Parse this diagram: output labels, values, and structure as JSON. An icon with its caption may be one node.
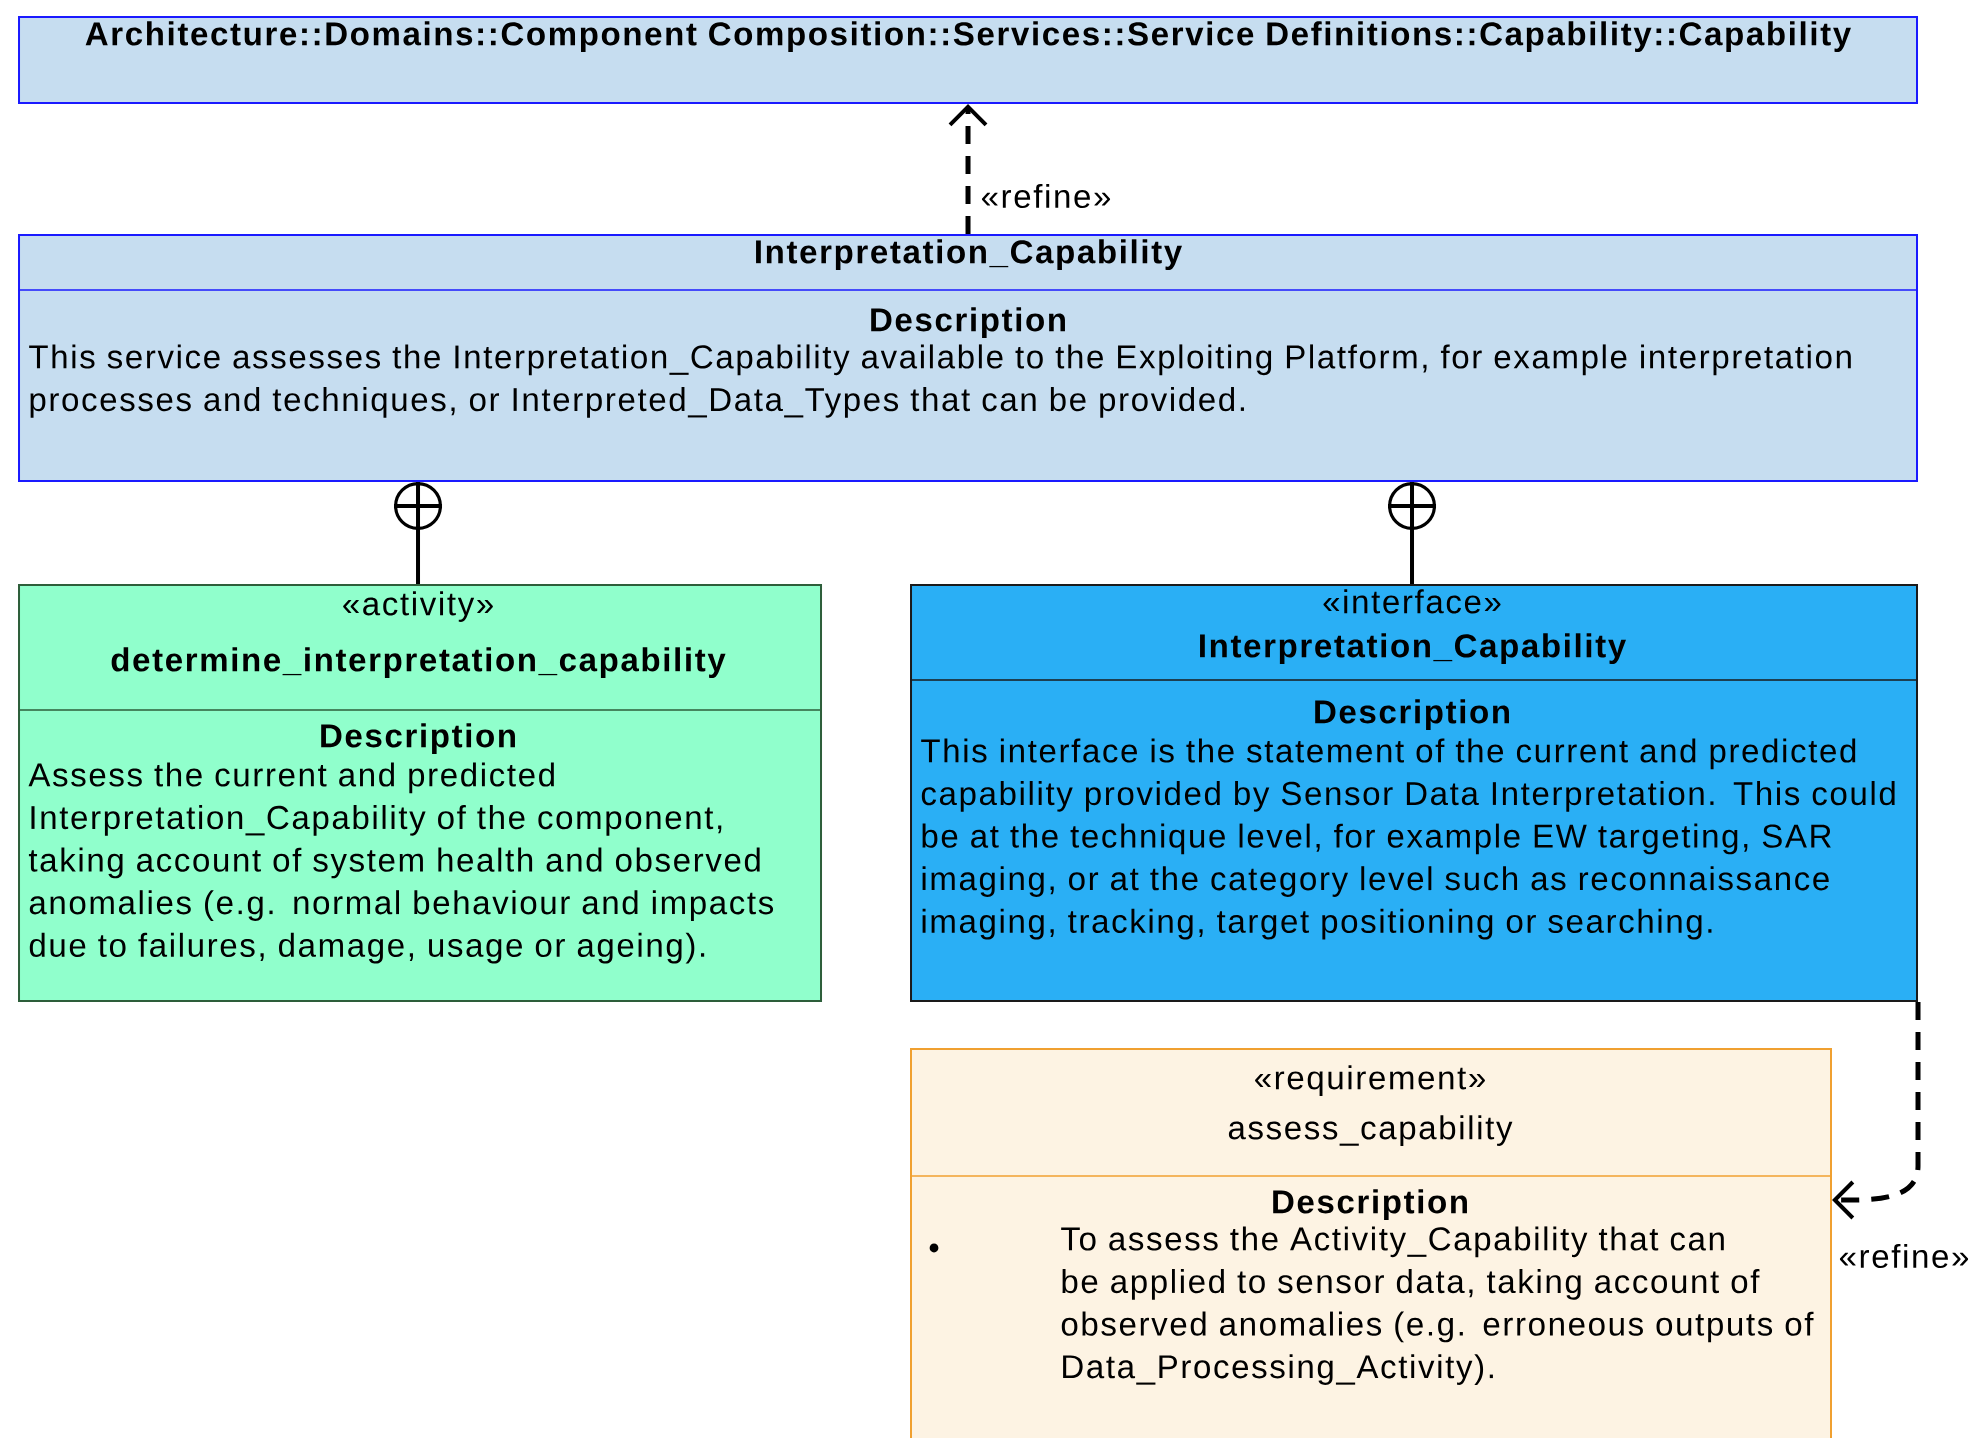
{
  "diagram": {
    "nodes": [
      {
        "text": [
          "Architecture::Domains::Component Composition::Services::Service Definitions::Capability::Capability"
        ]
      },
      {
        "text": [
          "Interpretation_Capability",
          "Description",
          "This service assesses the Interpretation_Capability available to the Exploiting Platform, for example interpretation processes and techniques, or Interpreted_Data_Types that can be provided."
        ]
      },
      {
        "text": [
          "«activity»",
          "determine_interpretation_capability",
          "Description",
          "Assess the current and predicted Interpretation_Capability of the component, taking account of system health and observed anomalies (e.g. normal behaviour and impacts due to failures, damage, usage or ageing)."
        ]
      },
      {
        "text": [
          "«interface»",
          "Interpretation_Capability",
          "Description",
          "This interface is the statement of the current and predicted capability provided by Sensor Data Interpretation. This could be at the technique level, for example EW targeting, SAR imaging, or at the category level such as reconnaissance imaging, tracking, target positioning or searching."
        ]
      },
      {
        "text": [
          "«requirement»",
          "assess_capability",
          "Description",
          "To assess the Activity_Capability that can be applied to sensor data, taking account of observed anomalies (e.g. erroneous outputs of Data_Processing_Activity)."
        ]
      }
    ],
    "edges": [
      {
        "from": 1,
        "to": 0,
        "arrow": "to",
        "style": "dashed",
        "label": "«refine»"
      },
      {
        "from": 2,
        "to": 1,
        "arrow": "other"
      },
      {
        "from": 3,
        "to": 1,
        "arrow": "other"
      },
      {
        "from": 3,
        "to": 4,
        "arrow": "to",
        "style": "dashed",
        "label": "«refine»"
      }
    ]
  }
}
